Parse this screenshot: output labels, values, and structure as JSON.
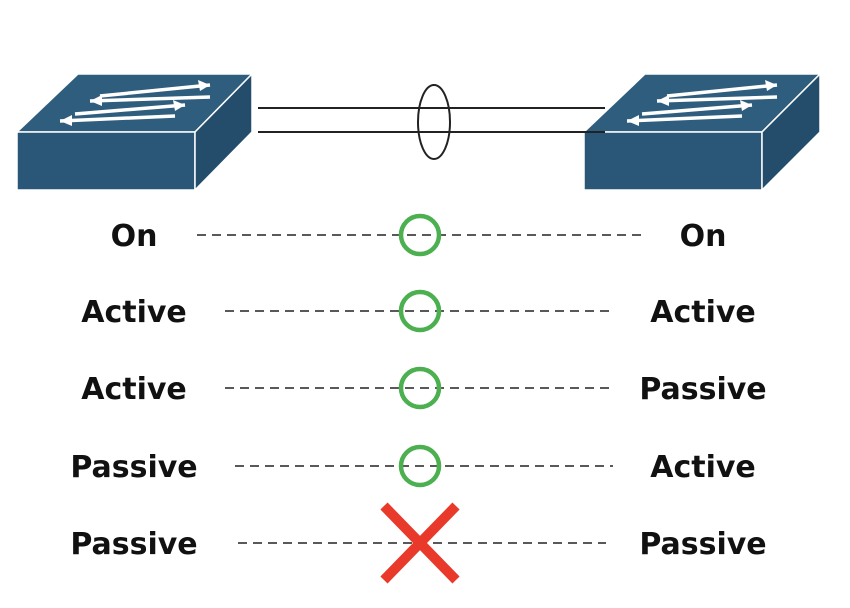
{
  "colors": {
    "switch_top": "#2f5d7e",
    "switch_front": "#2a5677",
    "switch_side": "#244d6b",
    "switch_edge": "#ffffff",
    "arrow": "#ffffff",
    "link": "#222222",
    "dash": "#222222",
    "compatible": "#4caf50",
    "incompatible": "#e8392b"
  },
  "icons": {
    "left_switch": "network-switch-icon",
    "right_switch": "network-switch-icon",
    "bundle": "etherchannel-bundle-ellipse",
    "compatible": "green-circle-icon",
    "incompatible": "red-x-icon"
  },
  "rows": [
    {
      "left": "On",
      "right": "On",
      "result": "compatible"
    },
    {
      "left": "Active",
      "right": "Active",
      "result": "compatible"
    },
    {
      "left": "Active",
      "right": "Passive",
      "result": "compatible"
    },
    {
      "left": "Passive",
      "right": "Active",
      "result": "compatible"
    },
    {
      "left": "Passive",
      "right": "Passive",
      "result": "incompatible"
    }
  ]
}
